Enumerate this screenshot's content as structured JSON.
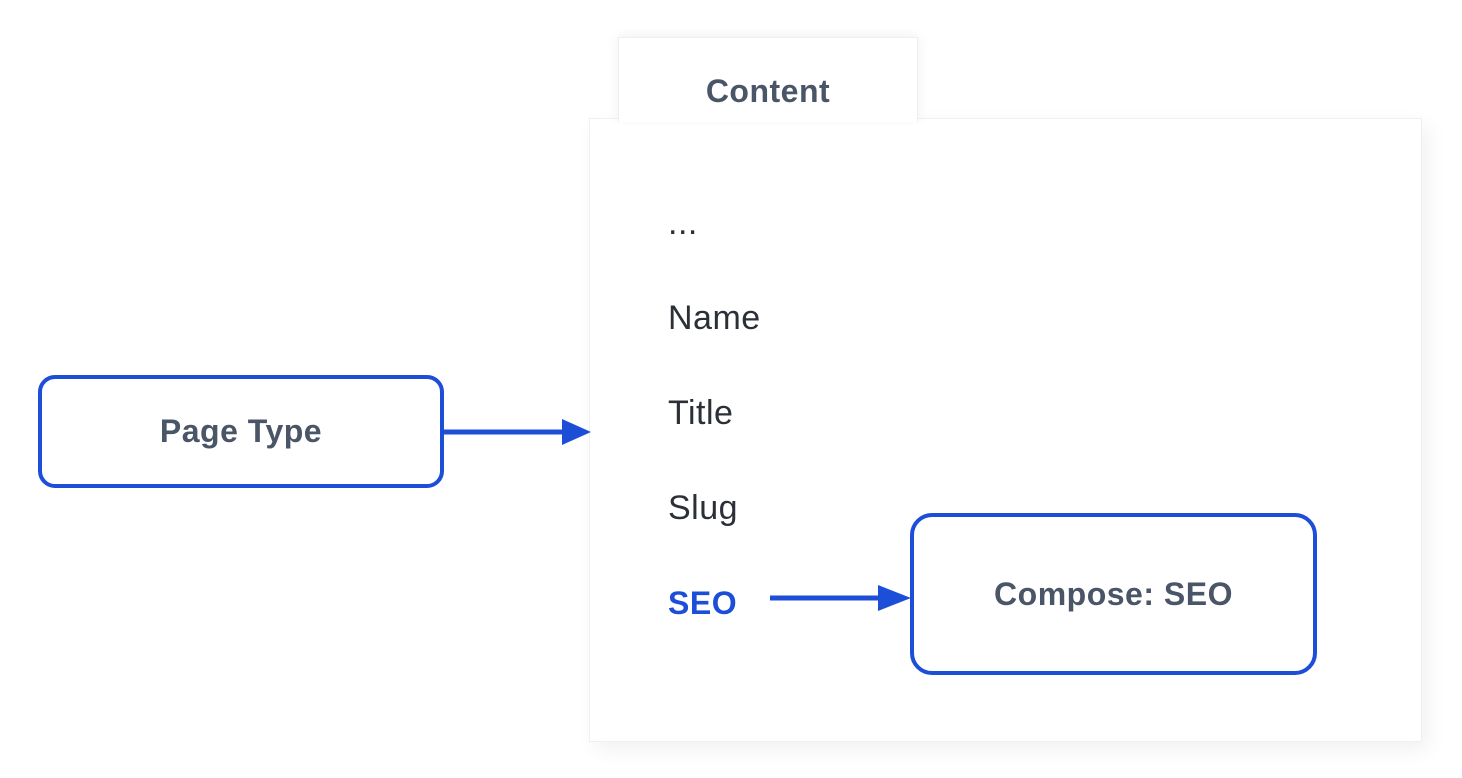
{
  "colors": {
    "accent_blue": "#1d4ed8",
    "heading_slate": "#4a5568",
    "field_text": "#2b2f36",
    "panel_bg": "#ffffff",
    "panel_border": "#f0f0f0"
  },
  "tab": {
    "label": "Content"
  },
  "panel": {
    "fields": [
      {
        "label": "...",
        "highlighted": false
      },
      {
        "label": "Name",
        "highlighted": false
      },
      {
        "label": "Title",
        "highlighted": false
      },
      {
        "label": "Slug",
        "highlighted": false
      },
      {
        "label": "SEO",
        "highlighted": true
      }
    ]
  },
  "nodes": {
    "page_type": {
      "label": "Page Type"
    },
    "compose_seo": {
      "label": "Compose: SEO"
    }
  },
  "arrows": [
    {
      "name": "page-type-to-content",
      "from": "Page Type",
      "to": "Content panel"
    },
    {
      "name": "seo-to-compose",
      "from": "SEO",
      "to": "Compose: SEO"
    }
  ]
}
